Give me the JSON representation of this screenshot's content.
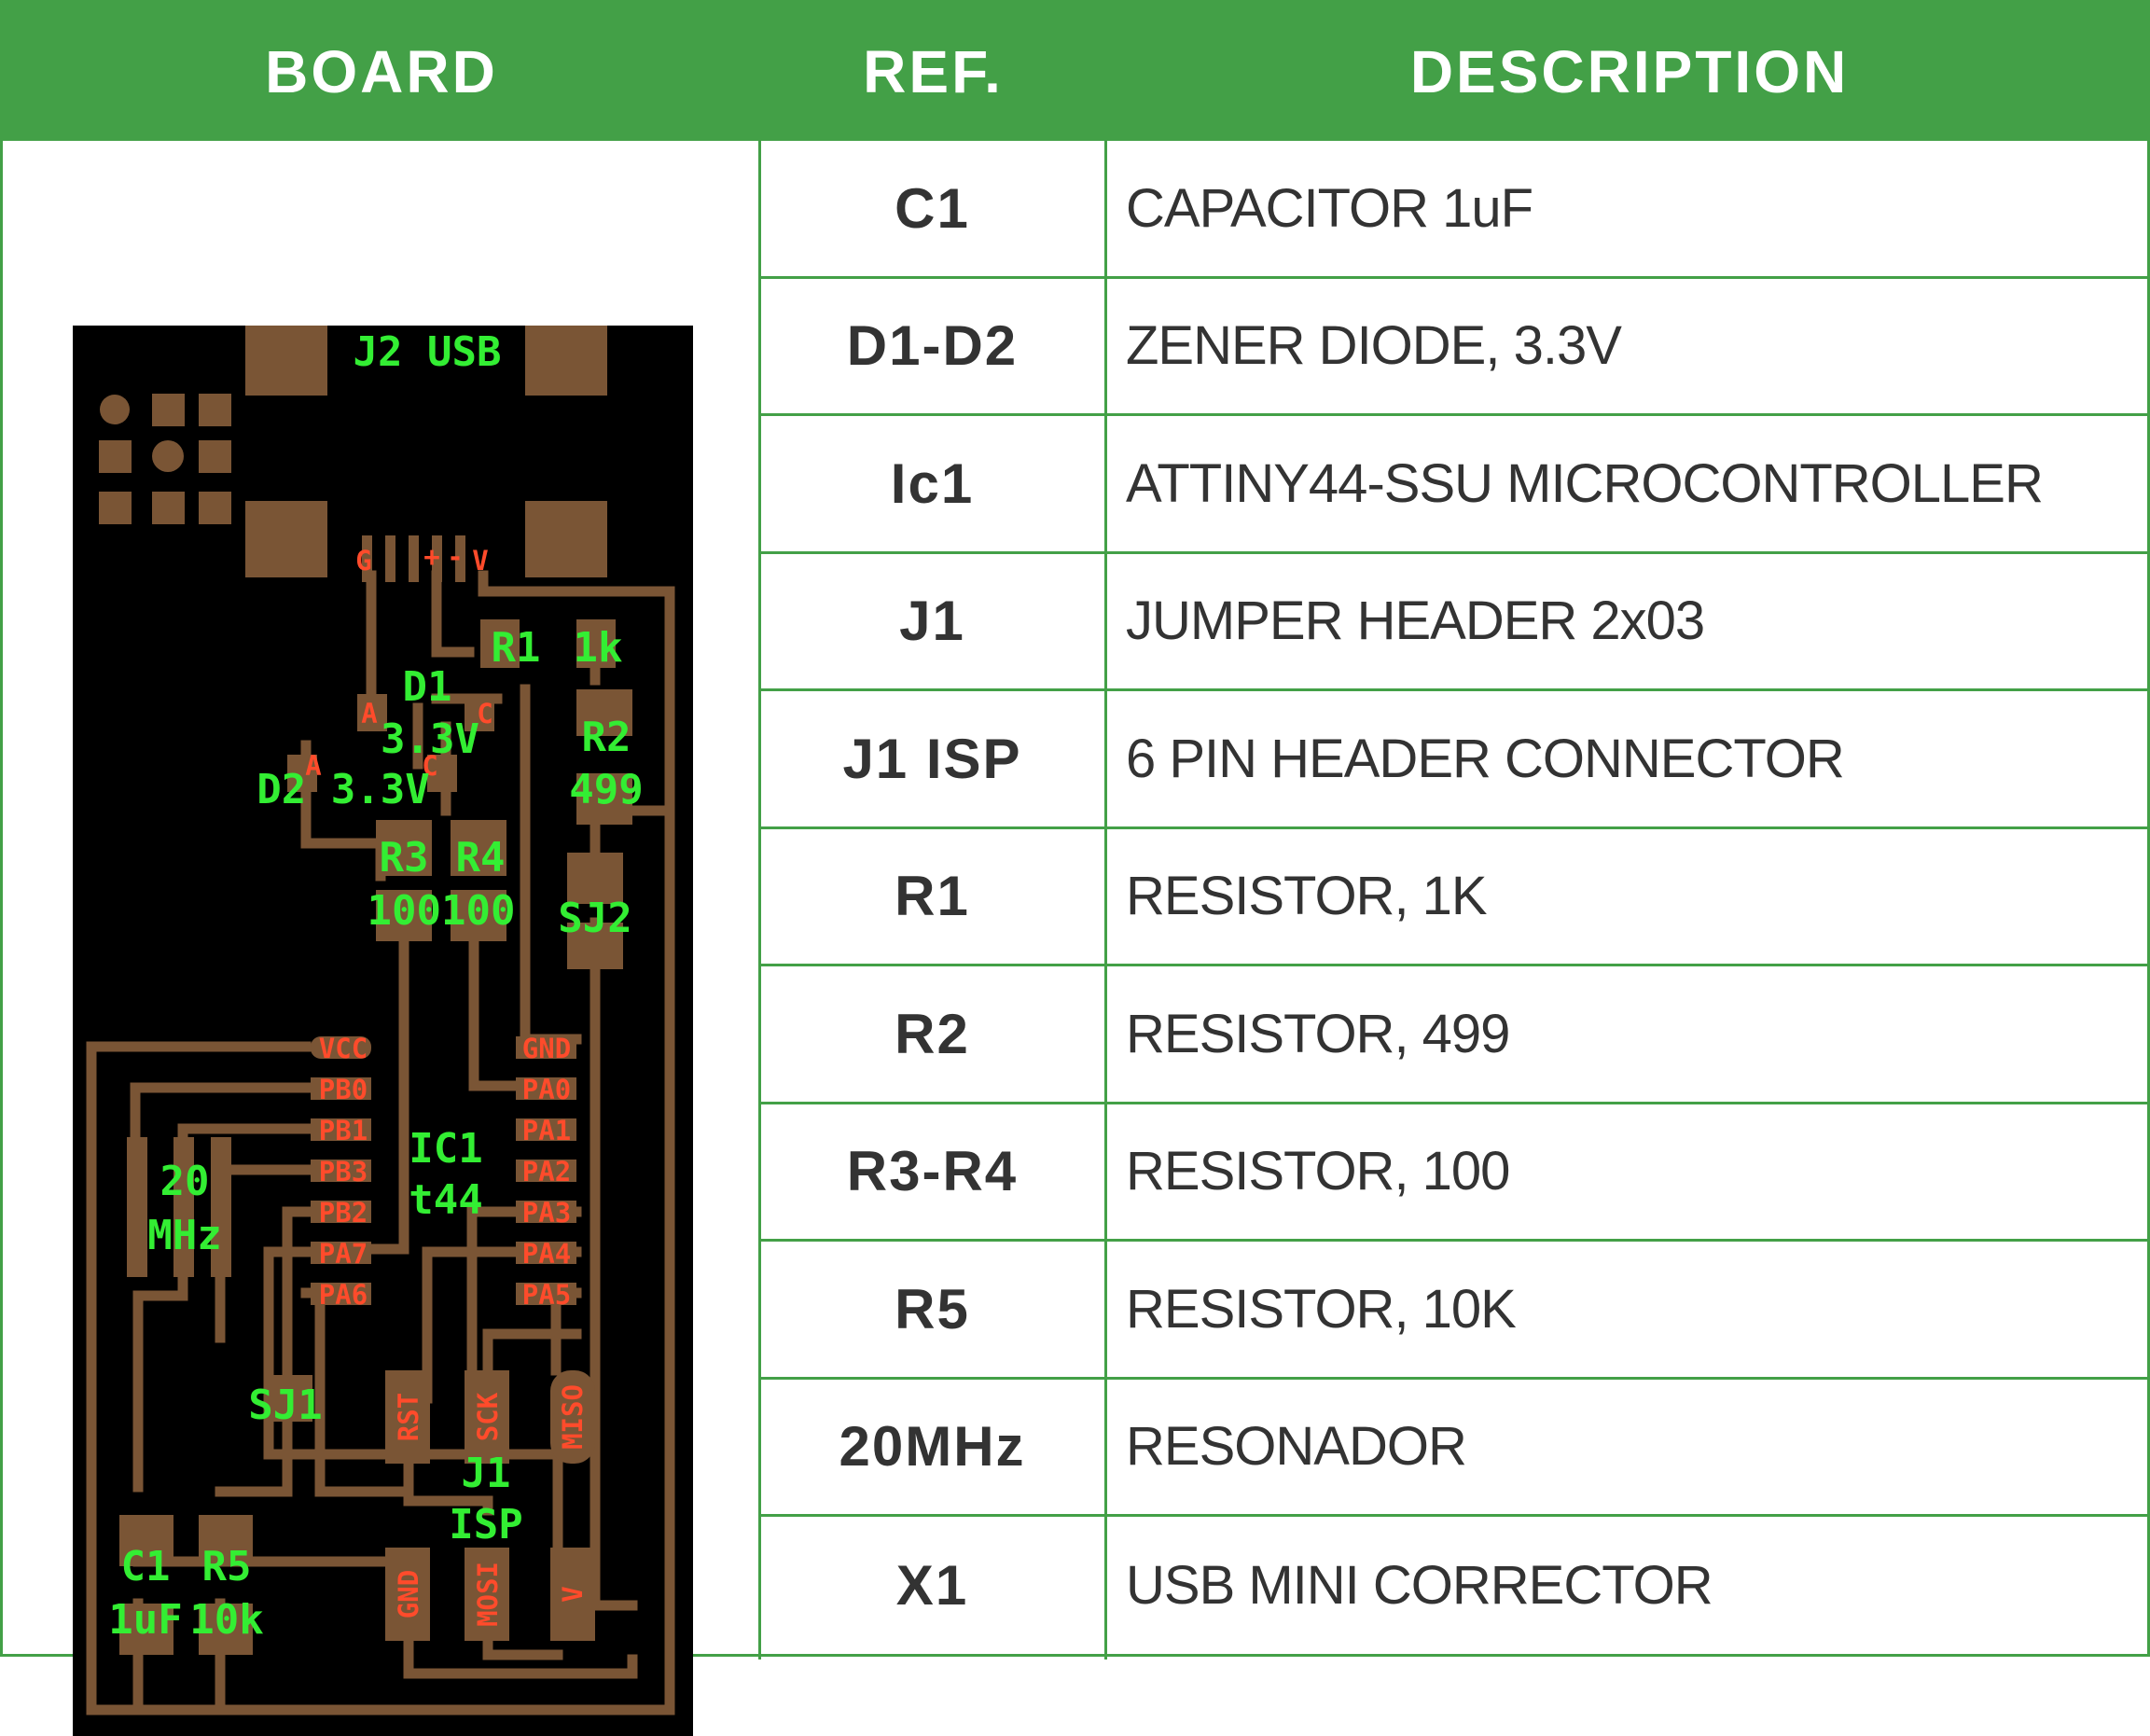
{
  "headers": {
    "board": "BOARD",
    "ref": "REF.",
    "description": "DESCRIPTION"
  },
  "colors": {
    "header_green": "#43a047",
    "pcb_background": "#000000",
    "copper": "#7a5535",
    "silk_green": "#33ee33",
    "pin_red": "#ff4b2b"
  },
  "rows": [
    {
      "ref": "C1",
      "description": "CAPACITOR 1uF"
    },
    {
      "ref": "D1-D2",
      "description": "ZENER DIODE, 3.3V"
    },
    {
      "ref": "Ic1",
      "description": "ATTINY44-SSU MICROCONTROLLER"
    },
    {
      "ref": "J1",
      "description": "JUMPER HEADER 2x03"
    },
    {
      "ref": "J1 ISP",
      "description": "6 PIN HEADER CONNECTOR"
    },
    {
      "ref": "R1",
      "description": "RESISTOR,  1K"
    },
    {
      "ref": "R2",
      "description": "RESISTOR,  499"
    },
    {
      "ref": "R3-R4",
      "description": "RESISTOR,  100"
    },
    {
      "ref": "R5",
      "description": "RESISTOR, 10K"
    },
    {
      "ref": "20MHz",
      "description": "RESONADOR"
    },
    {
      "ref": "X1",
      "description": "USB MINI CORRECTOR"
    }
  ],
  "board": {
    "labels": {
      "j2": "J2 USB",
      "r1": "R1",
      "r1_val": "1k",
      "d1": "D1",
      "d1_val": "3.3V",
      "d2": "D2 3.3V",
      "r2": "R2",
      "r2_val": "499",
      "r3": "R3",
      "r4": "R4",
      "r3r4_val": "100100",
      "sj2": "SJ2",
      "ic1": "IC1",
      "ic1_val": "t44",
      "res20": "20",
      "res_mhz": "MHz",
      "sj1": "SJ1",
      "j1": "J1",
      "j1_val": "ISP",
      "c1": "C1",
      "c1_val": "1uF",
      "r5": "R5",
      "r5_val": "10k"
    },
    "pins_left": [
      "VCC",
      "PB0",
      "PB1",
      "PB3",
      "PB2",
      "PA7",
      "PA6"
    ],
    "pins_right": [
      "GND",
      "PA0",
      "PA1",
      "PA2",
      "PA3",
      "PA4",
      "PA5"
    ],
    "isp_pins": [
      "RST",
      "SCK",
      "MISO",
      "GND",
      "MOSI",
      "V"
    ],
    "usb_pins": [
      "G",
      "+",
      "-",
      "V"
    ],
    "diode_pins": [
      "A",
      "C",
      "A",
      "C"
    ]
  }
}
